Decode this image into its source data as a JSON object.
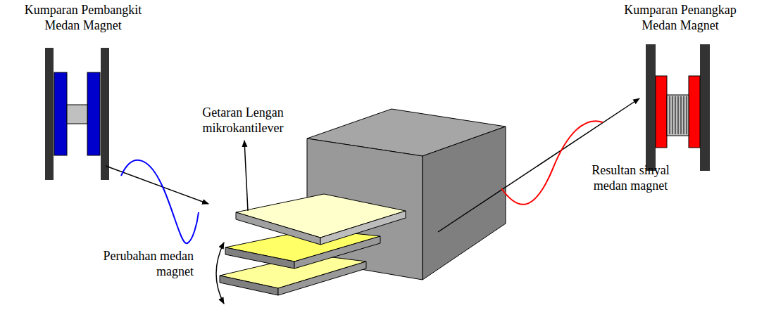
{
  "diagram": {
    "labels": [
      "Kumparan Pembangkit Medan Magnet",
      "Getaran Lengan mikrokantilever",
      "Perubahan medan magnet",
      "Resultan sinyal medan magnet",
      "Kumparan Penangkap Medan Magnet"
    ]
  }
}
